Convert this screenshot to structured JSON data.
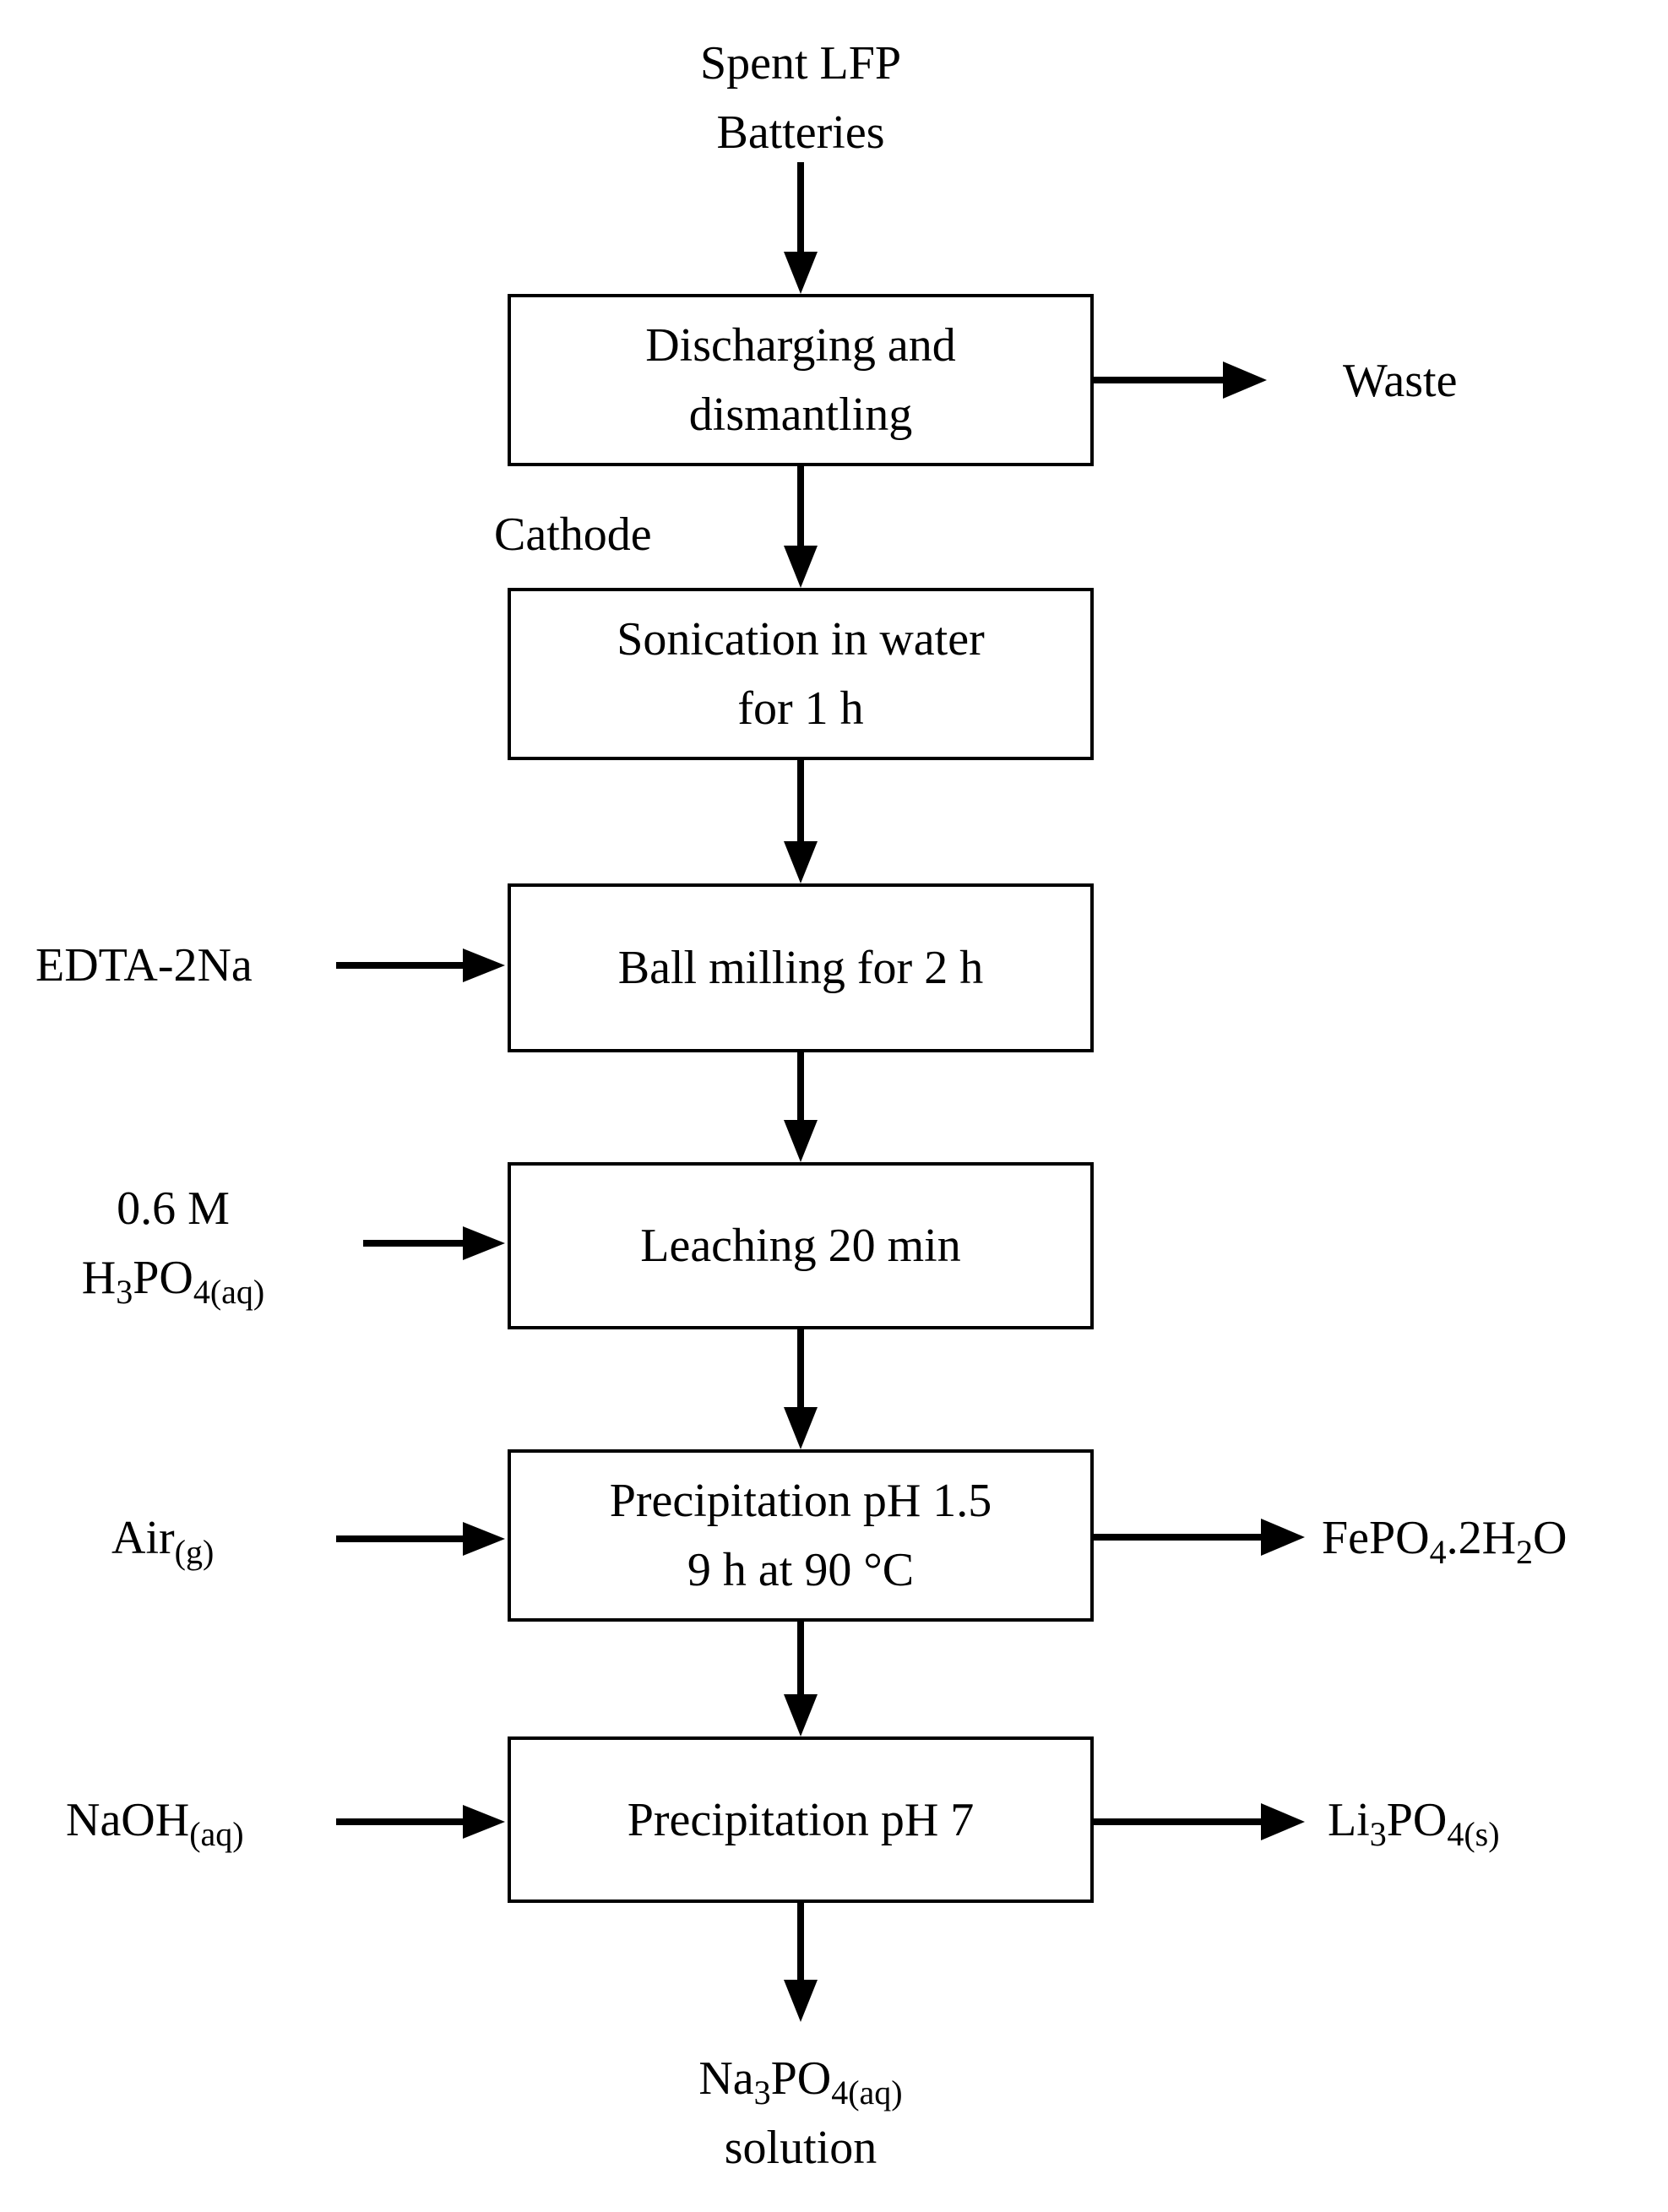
{
  "flowchart": {
    "source": {
      "line1": "Spent LFP",
      "line2": "Batteries"
    },
    "steps": [
      {
        "line1": "Discharging and",
        "line2": "dismantling"
      },
      {
        "line1": "Sonication in water",
        "line2": "for 1 h"
      },
      {
        "line1": "Ball milling for 2 h"
      },
      {
        "line1": "Leaching 20 min"
      },
      {
        "line1": "Precipitation pH 1.5",
        "line2": "9 h at 90 °C"
      },
      {
        "line1": "Precipitation pH 7"
      }
    ],
    "intermediate_label": "Cathode",
    "inputs": {
      "edta": "EDTA-2Na",
      "acid_line1": "0.6 M",
      "acid": {
        "a": "H",
        "b": "3",
        "c": "PO",
        "d": "4(aq)"
      },
      "air": {
        "a": "Air",
        "b": "(g)"
      },
      "naoh": {
        "a": "NaOH",
        "b": "(aq)"
      }
    },
    "outputs": {
      "waste": "Waste",
      "fepo4": {
        "a": "FePO",
        "b": "4",
        "c": ".2H",
        "d": "2",
        "e": "O"
      },
      "li3po4": {
        "a": "Li",
        "b": "3",
        "c": "PO",
        "d": "4(s)"
      }
    },
    "final_product": {
      "line1": {
        "a": "Na",
        "b": "3",
        "c": "PO",
        "d": "4(aq)"
      },
      "line2": "solution"
    },
    "colors": {
      "line": "#000000",
      "background": "#ffffff"
    }
  }
}
